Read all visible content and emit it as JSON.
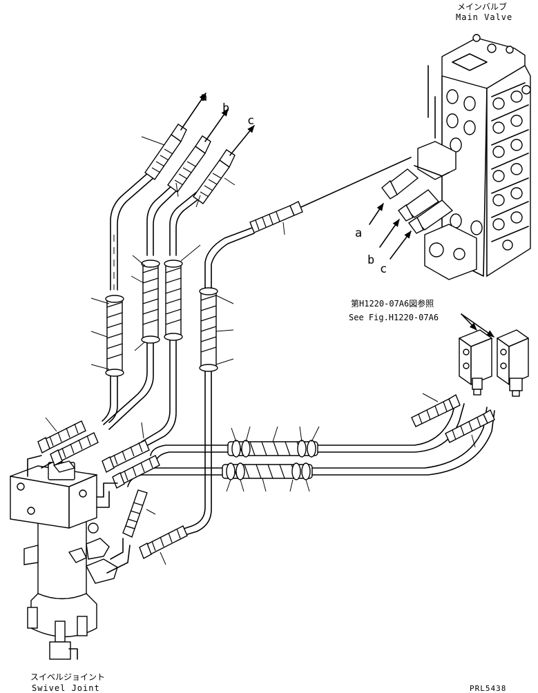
{
  "labels": {
    "main_valve_jp": "メインバルブ",
    "main_valve_en": "Main Valve",
    "swivel_joint_jp": "スイベルジョイント",
    "swivel_joint_en": "Swivel Joint",
    "see_fig_jp": "第H1220-07A6図参照",
    "see_fig_en": "See Fig.H1220-07A6",
    "part_code": "PRL5438"
  },
  "connection_letters": {
    "hose_a": "a",
    "hose_b": "b",
    "hose_c": "c",
    "valve_a": "a",
    "valve_b": "b",
    "valve_c": "c"
  }
}
